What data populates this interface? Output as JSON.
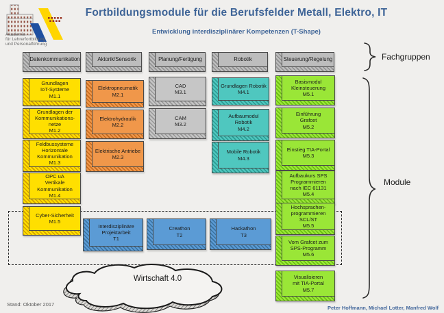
{
  "header": {
    "title": "Fortbildungsmodule für die Berufsfelder Metall, Elektro, IT",
    "subtitle": "Entwicklung interdisziplinärer Kompetenzen (T-Shape)"
  },
  "logo": {
    "text": "Akademie\nfür Lehrerfortbildung\nund Personalführung"
  },
  "labels": {
    "fachgruppen": "Fachgruppen",
    "module": "Module"
  },
  "columns": [
    {
      "header": "Datenkommunikation",
      "color": "#FFDF00",
      "modules": [
        "Grundlagen\nIoT-Systeme\nM1.1",
        "Grundlagen der\nKommunikations-\nnetze\nM1.2",
        "Feldbussysteme\nHorizontale\nKommunikation\nM1.3",
        "OPC uA\nVertikale\nKommunikation\nM1.4",
        "Cyber-Sicherheit\nM1.5"
      ]
    },
    {
      "header": "Aktorik/Sensorik",
      "color": "#F0974A",
      "modules": [
        "Elektropneumatik\nM2.1",
        "Elektrohydraulik\nM2.2",
        "Elektrische Antriebe\nM2.3"
      ]
    },
    {
      "header": "Planung/Fertigung",
      "color": "#C6C6C6",
      "modules": [
        "CAD\nM3.1",
        "CAM\nM3.2"
      ]
    },
    {
      "header": "Robotik",
      "color": "#4FC7BF",
      "modules": [
        "Grundlagen Robotik\nM4.1",
        "Aufbaumodul\nRobotik\nM4.2",
        "Mobile Robotik\nM4.3"
      ]
    },
    {
      "header": "Steuerung/Regelung",
      "color": "#9AE637",
      "modules": [
        "Basismodul\nKleinsteuerung\nM5.1",
        "Einführung\nGrafcet\nM5.2",
        "Einstieg TIA-Portal\nM5.3",
        "Aufbaukurs SPS\nProgrammieren\nnach IEC 61131\nM5.4",
        "Hochsprachen-\nprogrammieren\nSCL/ST\nM5.5",
        "Vom Grafcet zum\nSPS-Programm\nM5.6",
        "Visualisieren\nmit TIA-Portal\nM5.7"
      ]
    }
  ],
  "t_row": [
    "Interdisziplinäre\nProjektarbeit\nT1",
    "Creathon\nT2",
    "Hackathon\nT3"
  ],
  "cloud": {
    "label": "Wirtschaft 4.0"
  },
  "footer": {
    "stand": "Stand: Oktober 2017",
    "credits": "Peter Hoffmann, Michael Lotter, Manfred Wolf"
  },
  "colors": {
    "background": "#F0EFED",
    "title_blue": "#3E6497",
    "t_row_blue": "#5B9BD5",
    "credits_blue": "#44689C"
  }
}
